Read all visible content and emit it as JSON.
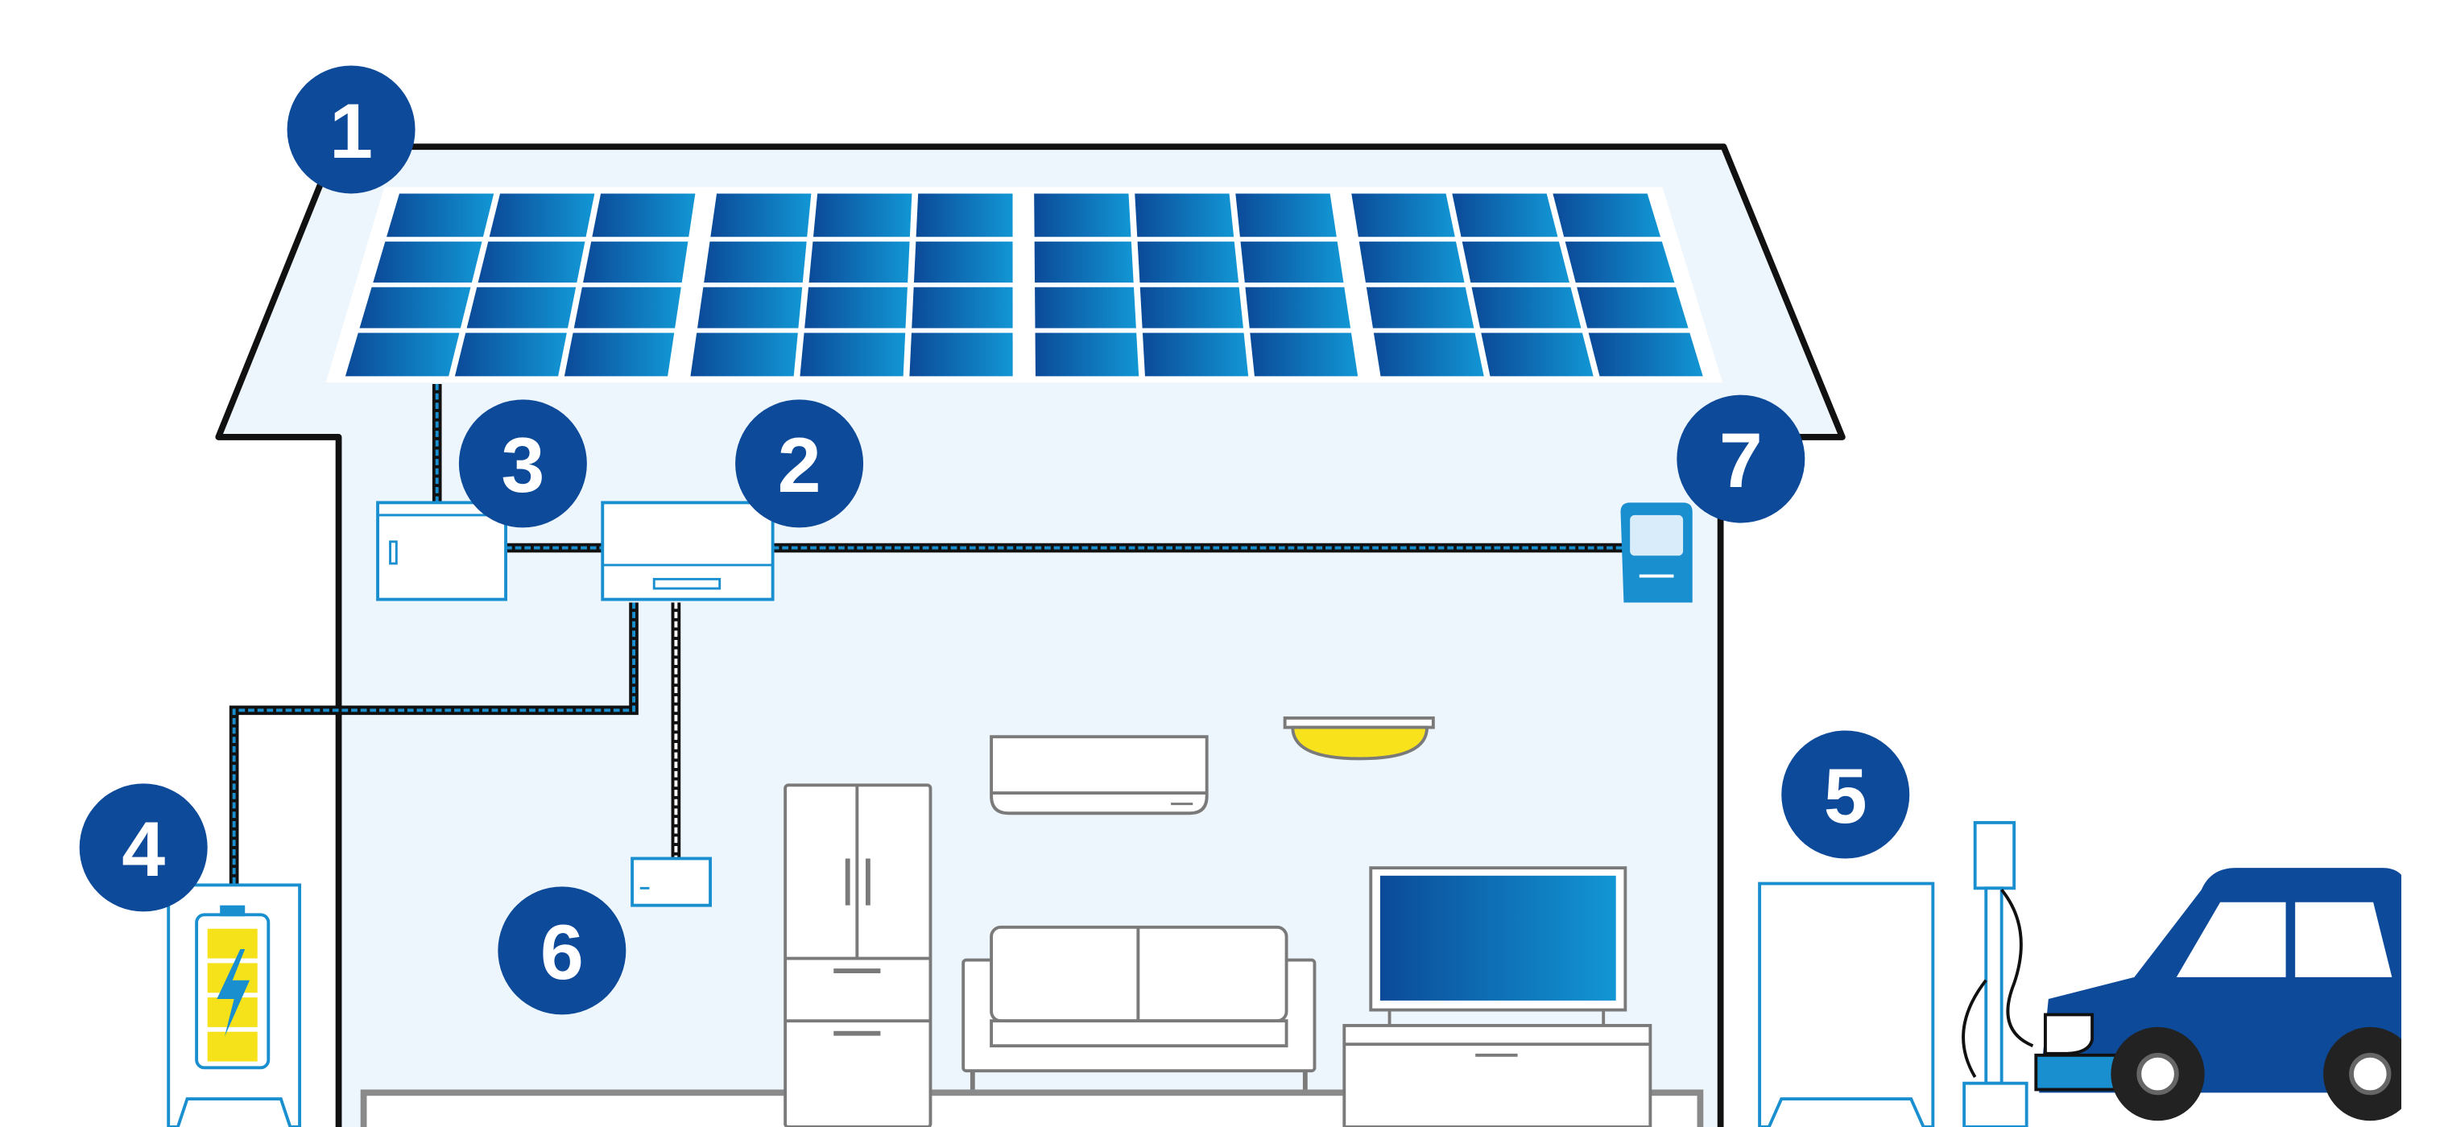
{
  "colors": {
    "badge": "#0d4a9a",
    "panel_dark": "#0b4a98",
    "panel_light": "#1296d4",
    "interior": "#eef6fd",
    "wire": "#1a8fd0",
    "appliance_line": "#7a7a7a",
    "equipment_line": "#1a8fd0",
    "battery_fill": "#f5e21b",
    "lamp": "#f7e21b",
    "car": "#0d4a9a"
  },
  "badges": [
    {
      "id": "solar-panels",
      "label": "1"
    },
    {
      "id": "power-conditioner",
      "label": "2"
    },
    {
      "id": "junction-box",
      "label": "3"
    },
    {
      "id": "storage-battery",
      "label": "4"
    },
    {
      "id": "outdoor-unit-ev-charger",
      "label": "5"
    },
    {
      "id": "distribution-board",
      "label": "6"
    },
    {
      "id": "hems-monitor",
      "label": "7"
    }
  ],
  "icons": {
    "battery": "battery-lightning-icon",
    "lightning": "lightning-bolt-icon",
    "monitor": "energy-monitor-icon",
    "car": "electric-car-icon"
  }
}
